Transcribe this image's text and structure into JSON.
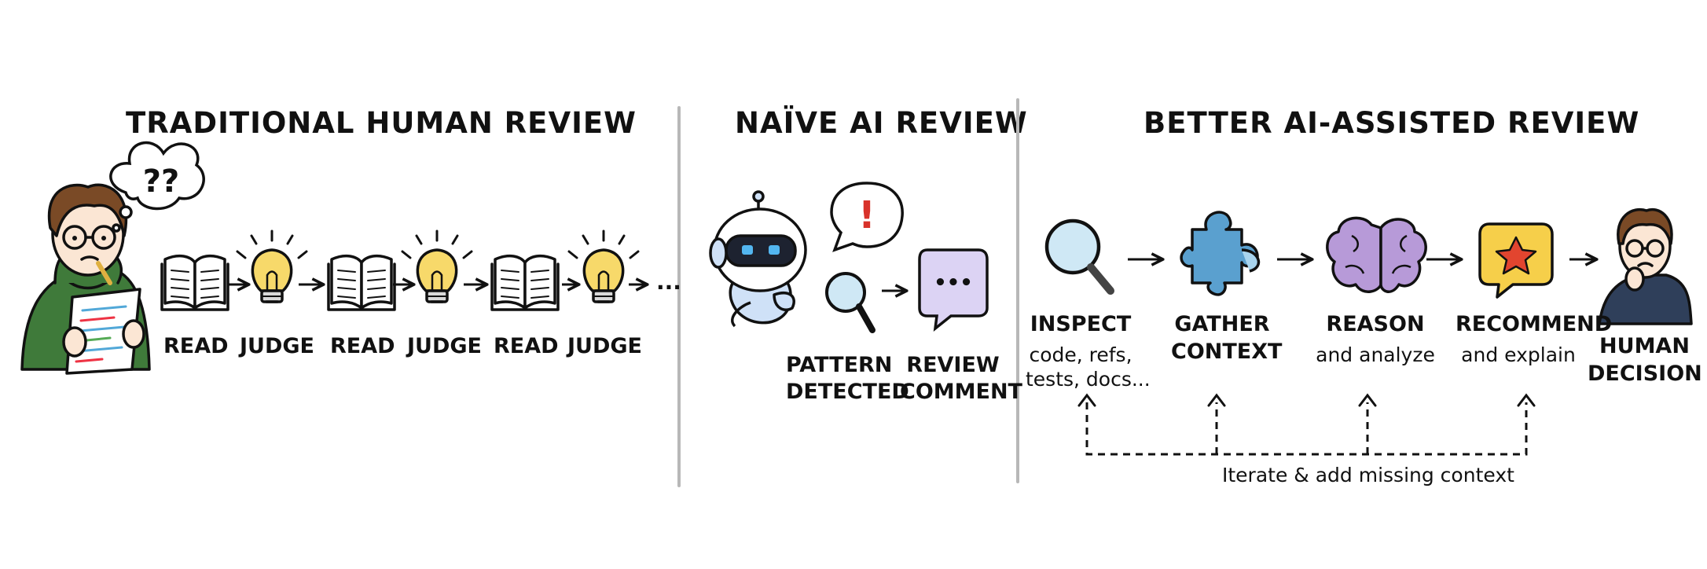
{
  "sections": [
    {
      "title": "TRADITIONAL HUMAN REVIEW"
    },
    {
      "title": "NAÏVE AI REVIEW"
    },
    {
      "title": "BETTER AI-ASSISTED REVIEW"
    }
  ],
  "traditional": {
    "thought": "??",
    "steps": [
      "READ",
      "JUDGE",
      "READ",
      "JUDGE",
      "READ",
      "JUDGE"
    ],
    "continuation": "..."
  },
  "naive": {
    "alert": "!",
    "pattern_label": [
      "PATTERN",
      "DETECTED"
    ],
    "comment_label": [
      "REVIEW",
      "COMMENT"
    ],
    "comment_dots": "•••"
  },
  "better": {
    "inspect": {
      "title": "INSPECT",
      "sub": [
        "code, refs,",
        "tests, docs..."
      ]
    },
    "gather": {
      "title": [
        "GATHER",
        "CONTEXT"
      ]
    },
    "reason": {
      "title": "REASON",
      "sub": "and analyze"
    },
    "recommend": {
      "title": "RECOMMEND",
      "sub": "and explain"
    },
    "decision": {
      "title": [
        "HUMAN",
        "DECISION"
      ]
    },
    "loop_label": "Iterate & add missing context"
  },
  "colors": {
    "ink": "#111111",
    "hoodie_green": "#3f7a3a",
    "bulb_yellow": "#f7d96a",
    "puzzle_blue": "#5aa0cf",
    "brain_purple": "#b79ad8",
    "recommend_yellow": "#f6cf4a",
    "star_red": "#e2452f",
    "comment_lilac": "#dcd3f4",
    "robot_blue": "#cfe1f7",
    "alert_red": "#d8322a",
    "hoodie_navy": "#2f3f5a"
  }
}
